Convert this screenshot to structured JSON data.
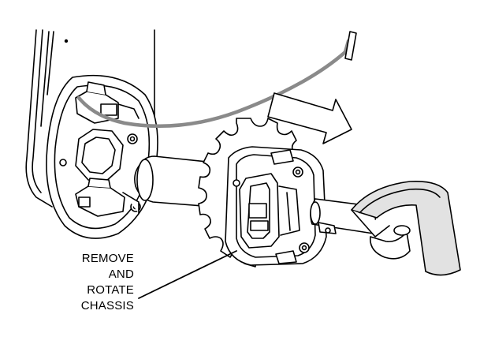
{
  "callout": {
    "lines": [
      "REMOVE",
      "AND",
      "ROTATE",
      "CHASSIS"
    ]
  },
  "colors": {
    "ink": "#000000",
    "paper": "#ffffff",
    "cable": "#8a8a8a",
    "strap_fill": "#e2e2e2"
  },
  "icons": {
    "direction_arrow": "arrow-right-outline-icon"
  }
}
